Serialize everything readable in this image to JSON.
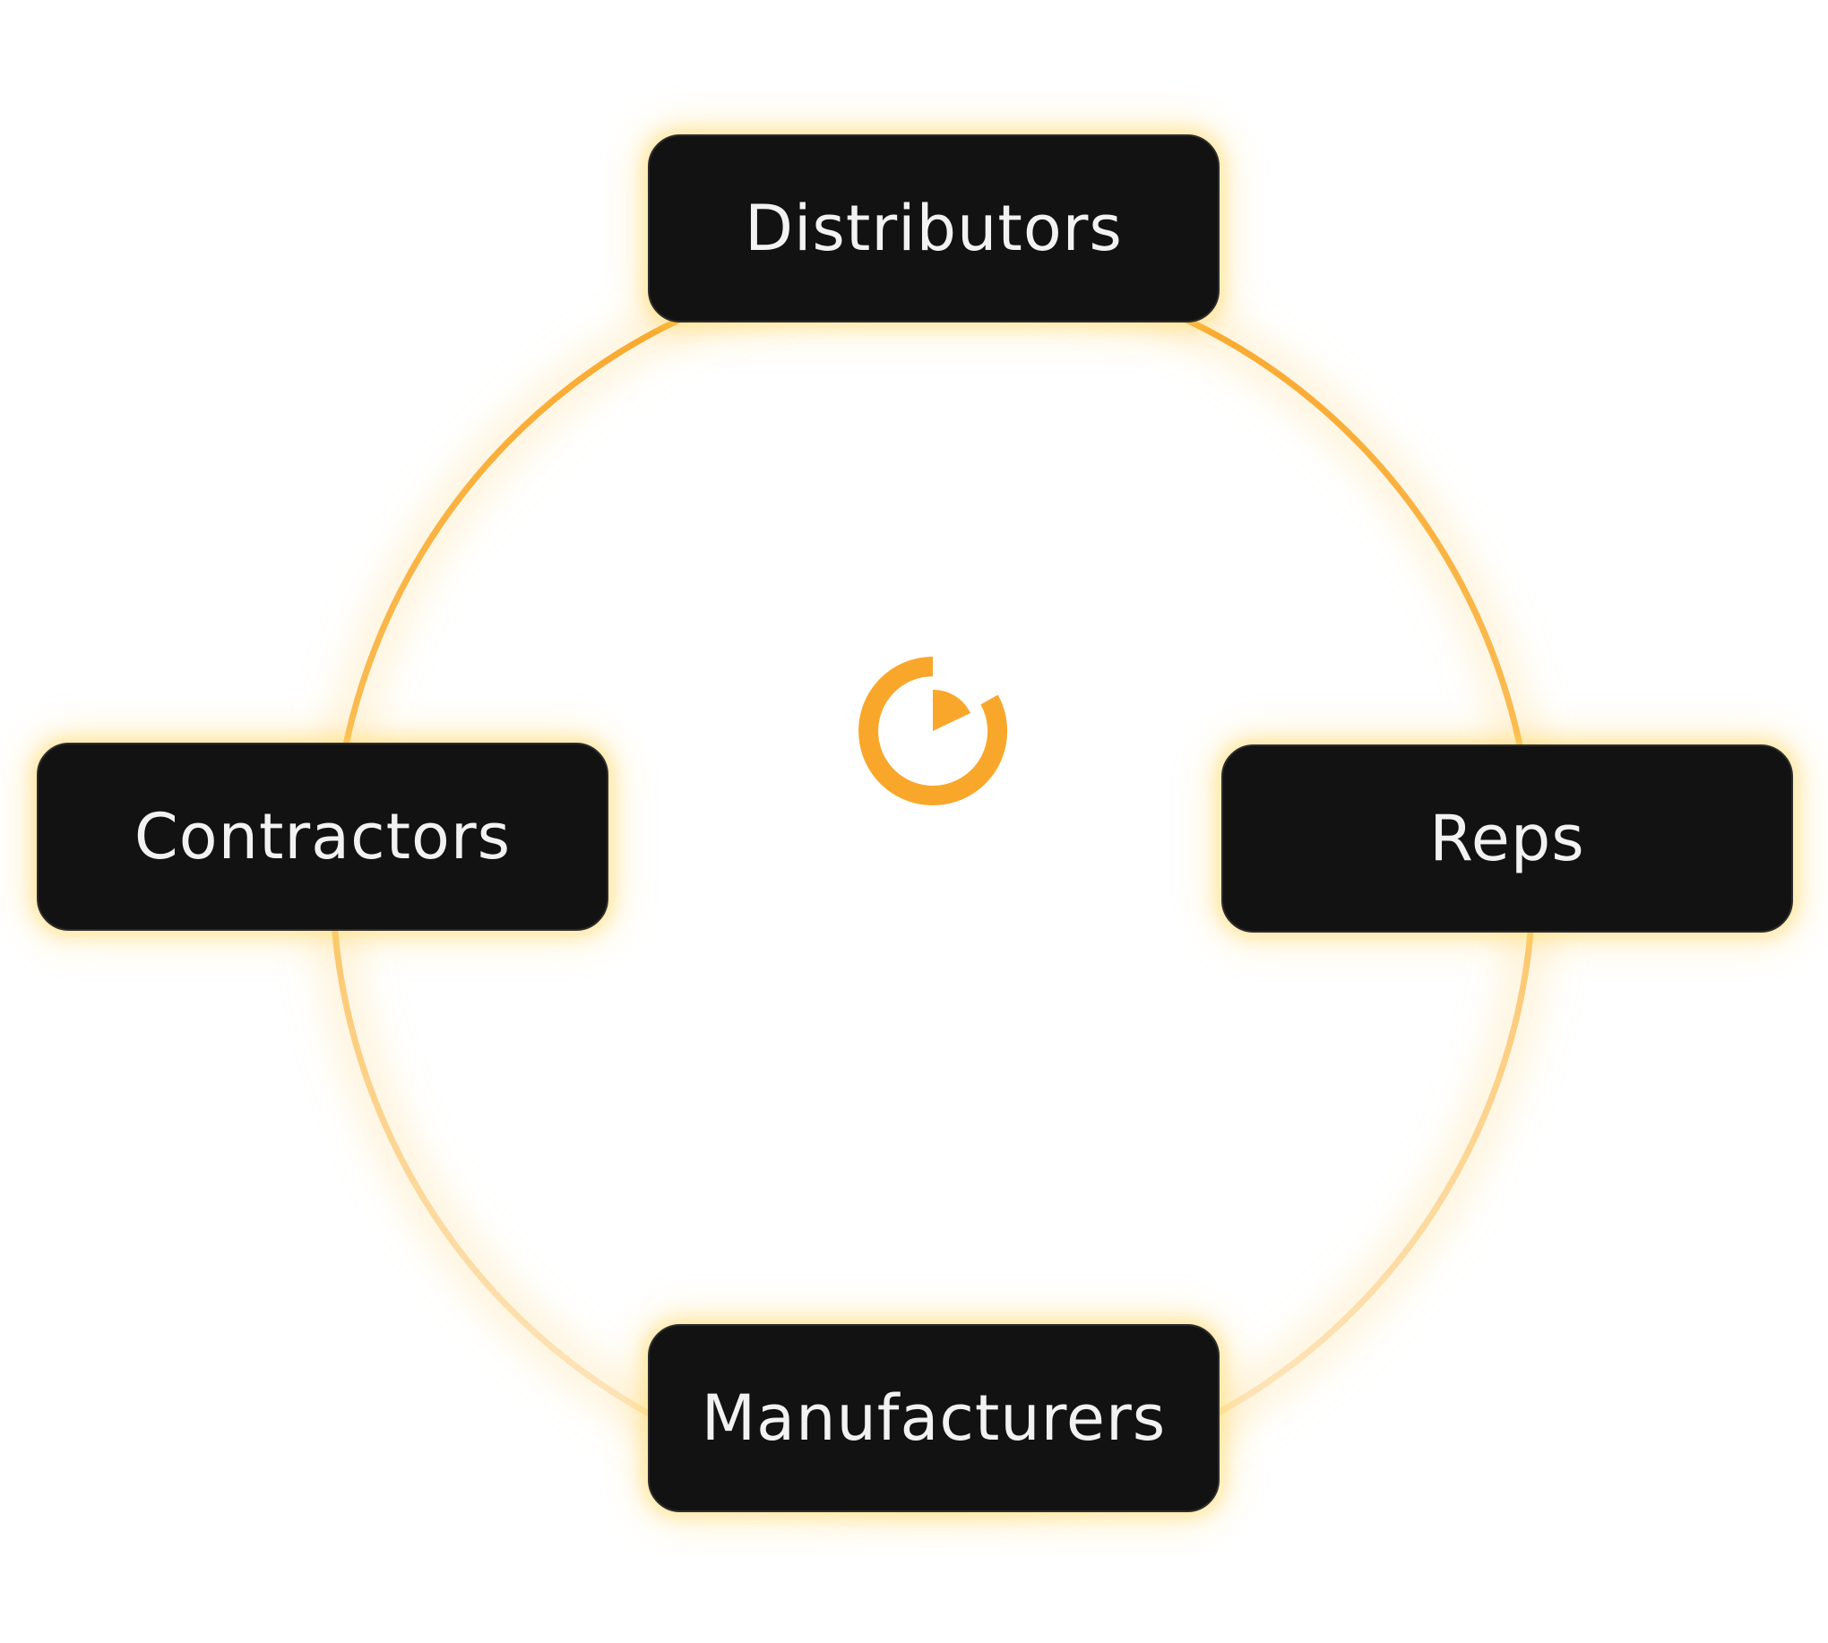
{
  "diagram": {
    "accent_color": "#f9a72b",
    "node_color": "#121212",
    "text_color": "#f2f2f2",
    "center_logo": "orange-ring-logo-icon",
    "nodes": {
      "top": {
        "label": "Distributors"
      },
      "left": {
        "label": "Contractors"
      },
      "right": {
        "label": "Reps"
      },
      "bottom": {
        "label": "Manufacturers"
      }
    }
  }
}
